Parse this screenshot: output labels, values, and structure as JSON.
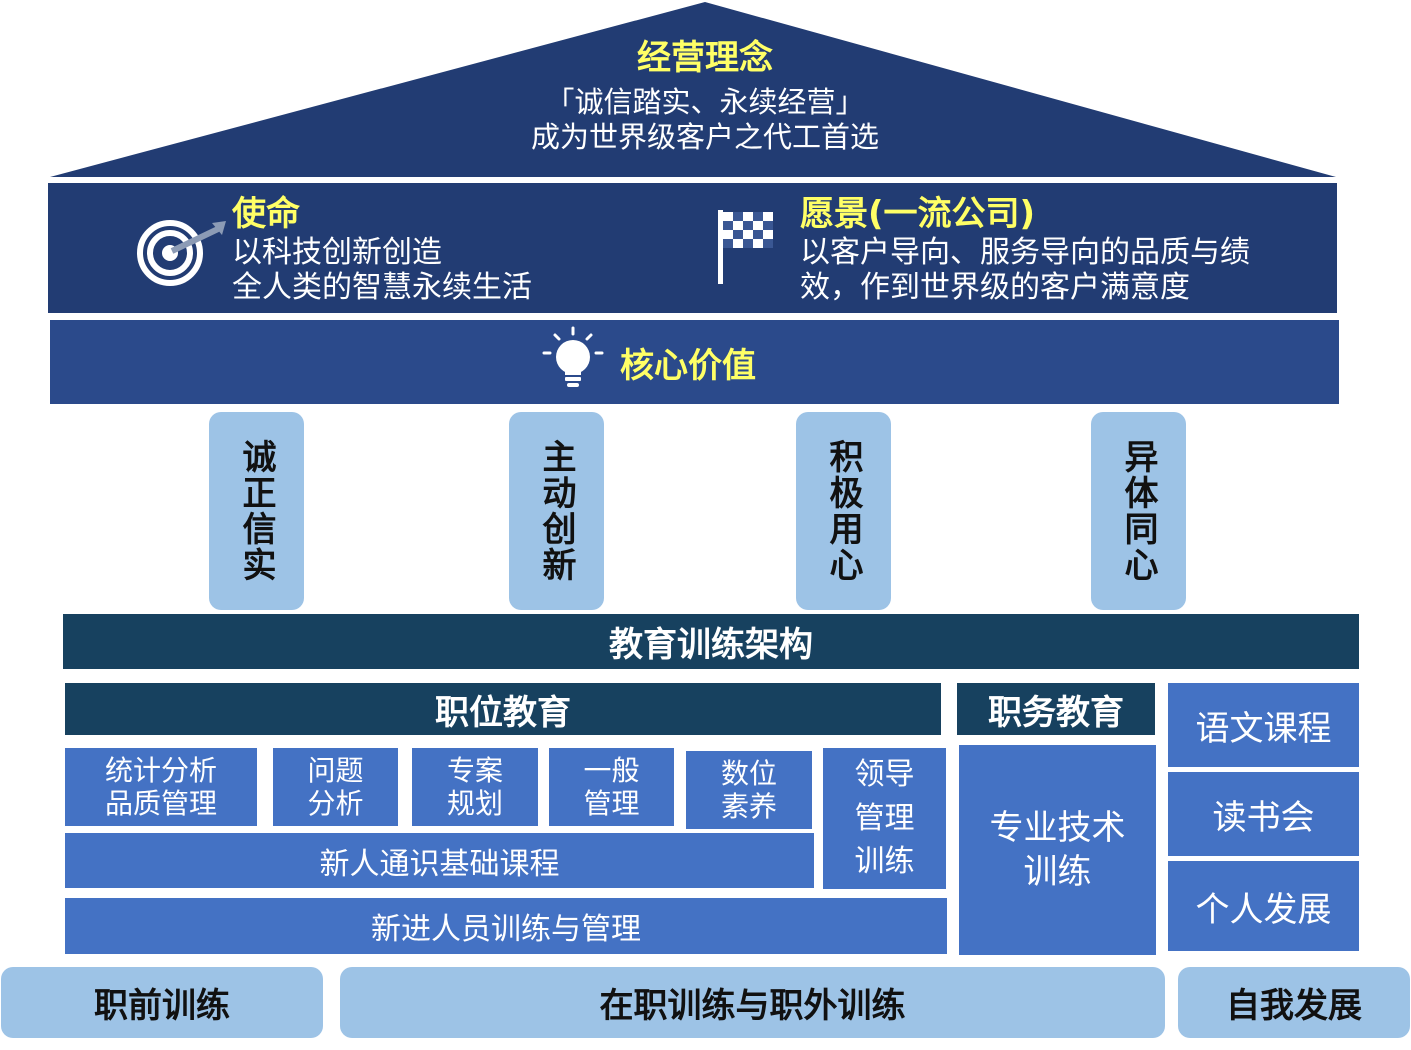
{
  "roof": {
    "title": "经营理念",
    "line1": "「诚信踏实、永续经营」",
    "line2": "成为世界级客户之代工首选"
  },
  "mission": {
    "title": "使命",
    "line1": "以科技创新创造",
    "line2": "全人类的智慧永续生活",
    "icon": "target-icon"
  },
  "vision": {
    "title": "愿景(一流公司)",
    "line1": "以客户导向、服务导向的品质与绩",
    "line2": "效，作到世界级的客户满意度",
    "icon": "checkered-flag-icon"
  },
  "core_values": {
    "title": "核心价值",
    "icon": "lightbulb-icon",
    "pillars": [
      "诚正信实",
      "主动创新",
      "积极用心",
      "异体同心"
    ]
  },
  "training": {
    "title": "教育训练架构",
    "position_education": "职位教育",
    "duty_education": "职务教育",
    "courses": {
      "stat_line1": "统计分析",
      "stat_line2": "品质管理",
      "problem_line1": "问题",
      "problem_line2": "分析",
      "project_line1": "专案",
      "project_line2": "规划",
      "general_line1": "一般",
      "general_line2": "管理",
      "digital_line1": "数位",
      "digital_line2": "素养",
      "leader_line1": "领导",
      "leader_line2": "管理",
      "leader_line3": "训练",
      "newcomer_basic": "新人通识基础课程",
      "new_staff": "新进人员训练与管理",
      "tech_line1": "专业技术",
      "tech_line2": "训练"
    },
    "self_courses": [
      "语文课程",
      "读书会",
      "个人发展"
    ]
  },
  "foundation": {
    "pre_job": "职前训练",
    "on_off_job": "在职训练与职外训练",
    "self_dev": "自我发展"
  },
  "colors": {
    "roof": "#223c73",
    "band": "#2b4a8b",
    "accent_text": "#ffff66",
    "section_header": "#17415f",
    "course_box": "#4472c4",
    "pillar": "#9dc3e6"
  }
}
